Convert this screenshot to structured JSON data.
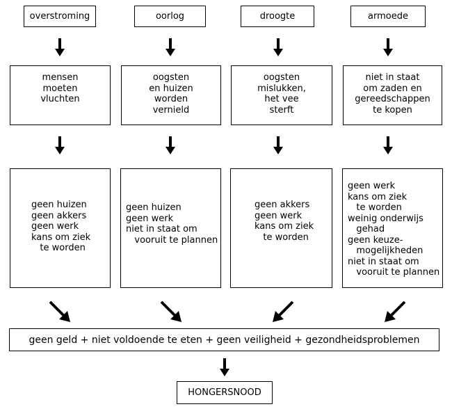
{
  "causes": [
    {
      "label": "overstroming",
      "effect": "mensen\nmoeten\nvluchten",
      "consequences": "geen huizen\ngeen akkers\ngeen werk\nkans om ziek\n   te worden"
    },
    {
      "label": "oorlog",
      "effect": "oogsten\nen huizen\nworden\nvernield",
      "consequences": "geen huizen\ngeen werk\nniet in staat om\n   vooruit te plannen"
    },
    {
      "label": "droogte",
      "effect": "oogsten\nmislukken,\nhet vee\nsterft",
      "consequences": "geen akkers\ngeen werk\nkans om ziek\n   te worden"
    },
    {
      "label": "armoede",
      "effect": "niet in staat\nom zaden en\ngereedschappen\nte kopen",
      "consequences": "geen werk\nkans om ziek\n   te worden\nweinig onderwijs\n   gehad\ngeen keuze-\n   mogelijkheden\nniet in staat om\n   vooruit te plannen"
    }
  ],
  "combined_problems": "geen geld + niet voldoende te eten + geen veiligheid + gezondheidsproblemen",
  "result": "HONGERSNOOD"
}
